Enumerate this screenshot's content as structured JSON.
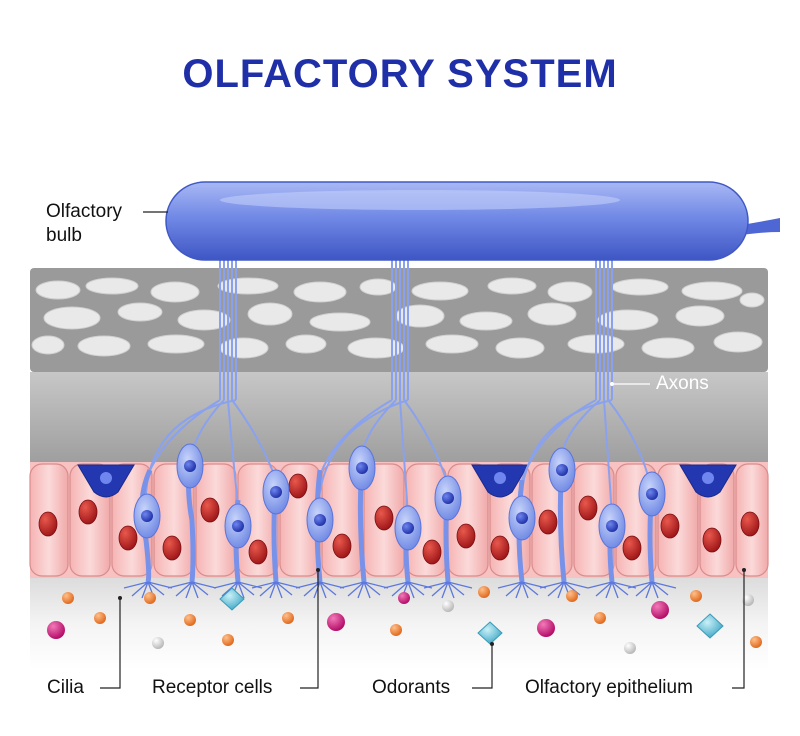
{
  "title": "OLFACTORY SYSTEM",
  "labels": {
    "olfactory_bulb_line1": "Olfactory",
    "olfactory_bulb_line2": "bulb",
    "axons": "Axons",
    "cilia": "Cilia",
    "receptor_cells": "Receptor cells",
    "odorants": "Odorants",
    "olfactory_epithelium": "Olfactory epithelium"
  },
  "colors": {
    "title": "#1f2fa8",
    "bulb": "#6f86e6",
    "receptor_cell": "#8da6f0",
    "nucleus": "#3346c8",
    "epithelium": "#f6c7c7",
    "cell_nucleus": "#c0262a",
    "bone": "#9a9a9a",
    "odorant_magenta": "#d4157e",
    "odorant_orange": "#f08a3c",
    "odorant_teal": "#66c3d9",
    "odorant_gray": "#d8d8d8"
  }
}
